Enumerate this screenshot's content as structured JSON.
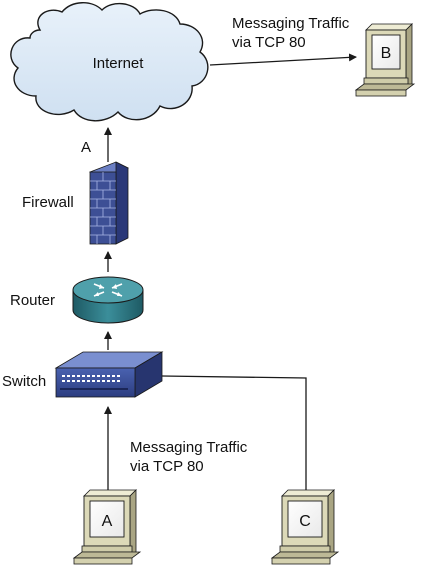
{
  "labels": {
    "internet": "Internet",
    "internet_link": "A",
    "firewall": "Firewall",
    "router": "Router",
    "switch": "Switch",
    "traffic_top_line1": "Messaging Traffic",
    "traffic_top_line2": "via TCP 80",
    "traffic_bottom_line1": "Messaging Traffic",
    "traffic_bottom_line2": "via TCP 80"
  },
  "computers": {
    "a": "A",
    "b": "B",
    "c": "C"
  },
  "colors": {
    "cloud_fill": "#dbe9f6",
    "cloud_stroke": "#1a1a1a",
    "firewall": "#3d4f95",
    "router": "#2e7a86",
    "switch": "#3a4f9a",
    "monitor_bezel": "#dcd9b8",
    "line": "#1a1a1a"
  }
}
